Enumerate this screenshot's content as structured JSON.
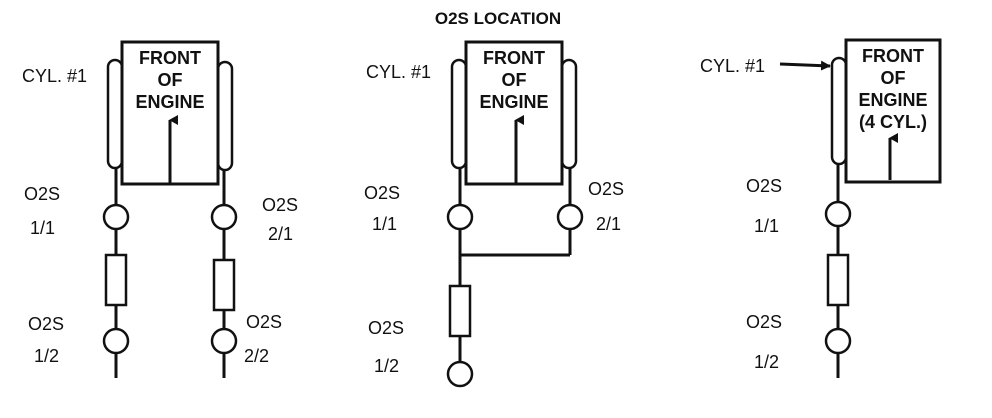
{
  "title": "O2S LOCATION",
  "diagrams": [
    {
      "cyl_label": "CYL. #1",
      "engine": [
        "FRONT",
        "OF",
        "ENGINE"
      ],
      "sensors": [
        {
          "label": "O2S",
          "pos": "1/1"
        },
        {
          "label": "O2S",
          "pos": "2/1"
        },
        {
          "label": "O2S",
          "pos": "1/2"
        },
        {
          "label": "O2S",
          "pos": "2/2"
        }
      ]
    },
    {
      "cyl_label": "CYL. #1",
      "engine": [
        "FRONT",
        "OF",
        "ENGINE"
      ],
      "sensors": [
        {
          "label": "O2S",
          "pos": "1/1"
        },
        {
          "label": "O2S",
          "pos": "2/1"
        },
        {
          "label": "O2S",
          "pos": "1/2"
        }
      ]
    },
    {
      "cyl_label": "CYL. #1",
      "engine": [
        "FRONT",
        "OF",
        "ENGINE",
        "(4 CYL.)"
      ],
      "sensors": [
        {
          "label": "O2S",
          "pos": "1/1"
        },
        {
          "label": "O2S",
          "pos": "1/2"
        }
      ]
    }
  ]
}
